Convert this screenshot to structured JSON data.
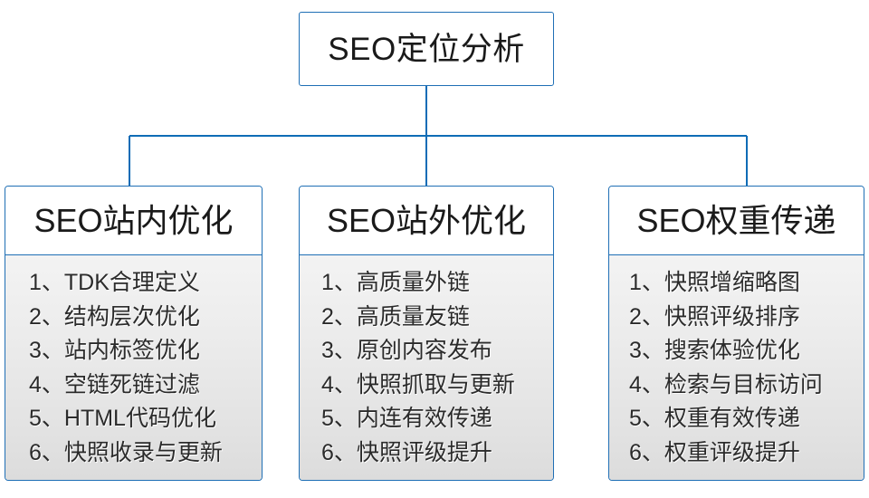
{
  "diagram": {
    "type": "org-tree",
    "root": {
      "title": "SEO定位分析"
    },
    "branches": [
      {
        "header": "SEO站内优化",
        "items": [
          "1、TDK合理定义",
          "2、结构层次优化",
          "3、站内标签优化",
          "4、空链死链过滤",
          "5、HTML代码优化",
          "6、快照收录与更新"
        ]
      },
      {
        "header": "SEO站外优化",
        "items": [
          "1、高质量外链",
          "2、高质量友链",
          "3、原创内容发布",
          "4、快照抓取与更新",
          "5、内连有效传递",
          "6、快照评级提升"
        ]
      },
      {
        "header": "SEO权重传递",
        "items": [
          "1、快照增缩略图",
          "2、快照评级排序",
          "3、搜索体验优化",
          "4、检索与目标访问",
          "5、权重有效传递",
          "6、权重评级提升"
        ]
      }
    ],
    "colors": {
      "border": "#1F6FB5",
      "connector": "#0F6CB6",
      "header_bg": "#FFFFFF",
      "body_bg_top": "#F3F3F3",
      "body_bg_bottom": "#DCDCDC",
      "text": "#1A1A1A"
    }
  }
}
